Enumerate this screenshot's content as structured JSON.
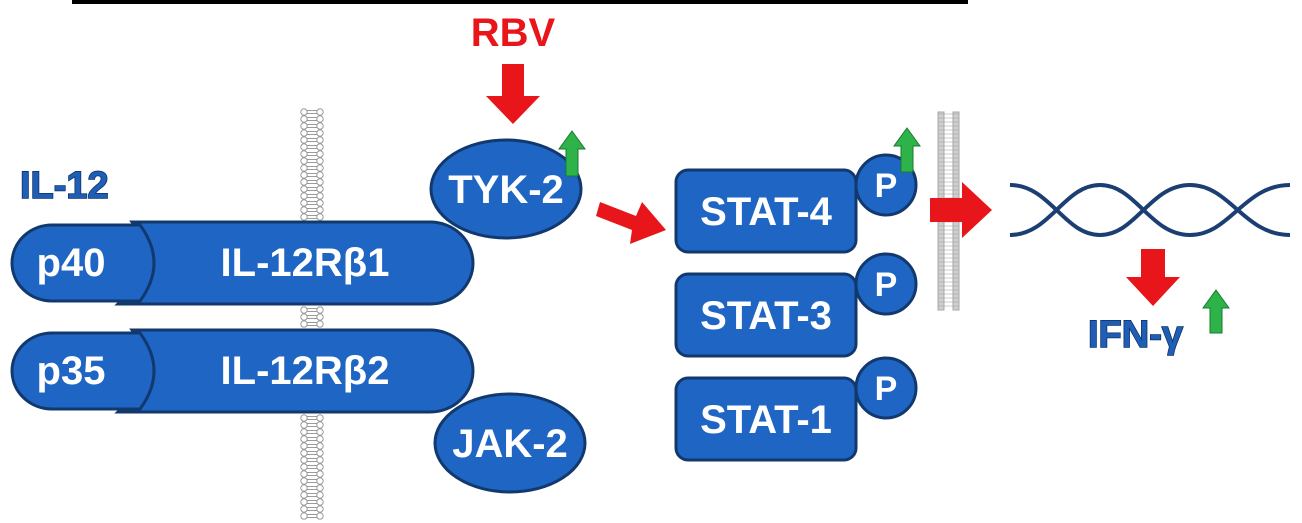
{
  "labels": {
    "rbv": "RBV",
    "il12": "IL-12",
    "p40": "p40",
    "p35": "p35",
    "receptor_b1": "IL-12Rβ1",
    "receptor_b2": "IL-12Rβ2",
    "tyk2": "TYK-2",
    "jak2": "JAK-2",
    "stat4": "STAT-4",
    "stat3": "STAT-3",
    "stat1": "STAT-1",
    "phospho": "P",
    "ifn": "IFN-γ"
  },
  "colors": {
    "protein_fill": "#1f65c3",
    "protein_stroke": "#12396e",
    "inhibit_arrow": "#e8161b",
    "up_arrow": "#2db34a",
    "dna_strand": "#1b3f73"
  },
  "icons": {
    "membrane": "lipid-bilayer-icon",
    "dna": "dna-helix-icon",
    "up": "arrow-up-icon",
    "right": "arrow-right-icon",
    "down": "arrow-down-icon"
  }
}
